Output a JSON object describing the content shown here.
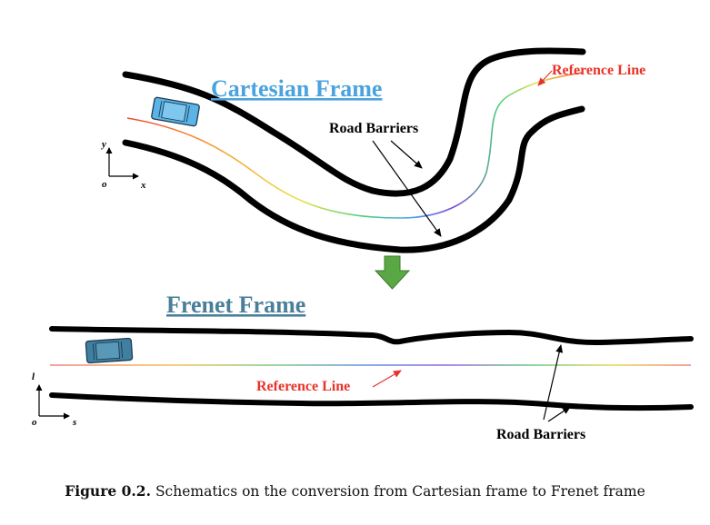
{
  "cartesian": {
    "title": "Cartesian Frame",
    "ref_label": "Reference Line",
    "barrier_label": "Road Barriers",
    "axis_y": "y",
    "axis_x": "x",
    "axis_o": "o"
  },
  "frenet": {
    "title": "Frenet Frame",
    "ref_label": "Reference Line",
    "barrier_label": "Road Barriers",
    "axis_l": "l",
    "axis_s": "s",
    "axis_o": "o"
  },
  "caption": {
    "label": "Figure 0.2.",
    "text": "Schematics on the conversion from Cartesian frame to Frenet frame"
  },
  "colors": {
    "title_cartesian": "#4aa3df",
    "title_frenet": "#4a7f99",
    "reference_label": "#e8332a",
    "arrow_down": "#5aa845",
    "car_cartesian": "#5bb3e6",
    "car_frenet": "#3f7fa0"
  }
}
